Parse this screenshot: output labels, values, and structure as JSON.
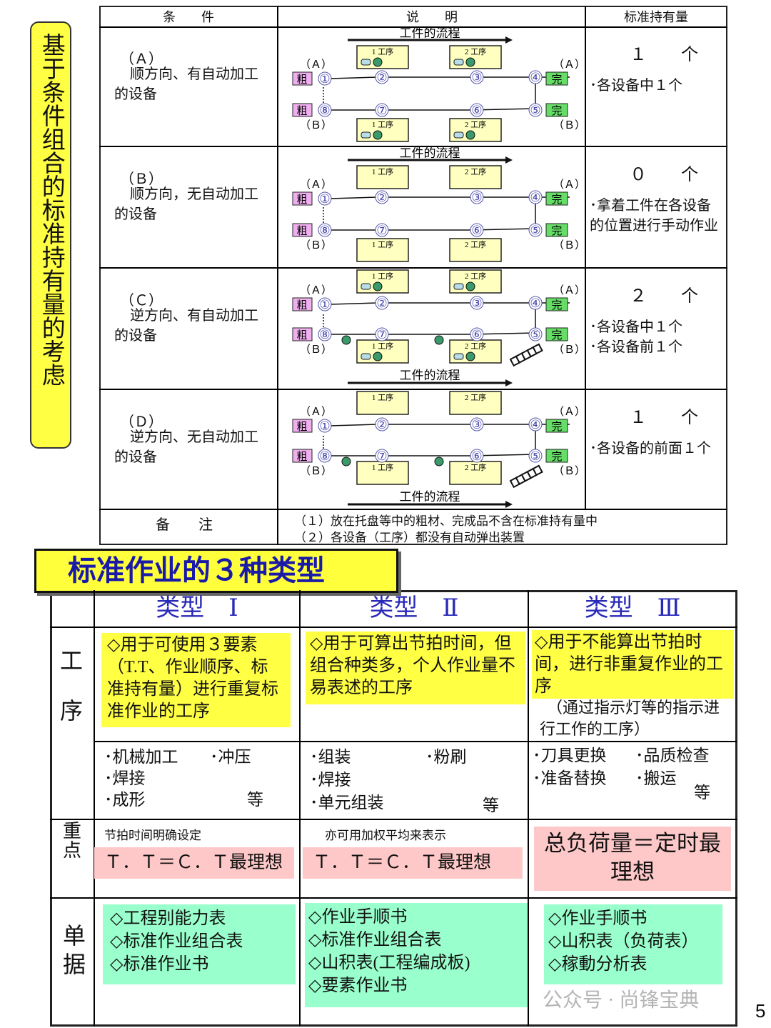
{
  "side_label": "基于条件组合的标准持有量的考虑",
  "top_table": {
    "headers": [
      "条　　件",
      "说　　明",
      "标准持有量"
    ],
    "rows": [
      {
        "cond_id": "（Ａ）",
        "cond": "顺方向、有自动加工的设备",
        "qty": "１　　个",
        "note": "･各设备中１个",
        "variant": "forward-auto"
      },
      {
        "cond_id": "（Ｂ）",
        "cond": "顺方向，无自动加工的设备",
        "qty": "０　　个",
        "note": "･拿着工件在各设备的位置进行手动作业",
        "variant": "forward-manual"
      },
      {
        "cond_id": "（Ｃ）",
        "cond": "逆方向、有自动加工的设备",
        "qty": "２　　个",
        "note": "･各设备中１个\n･各设备前１个",
        "variant": "reverse-auto"
      },
      {
        "cond_id": "（Ｄ）",
        "cond": "逆方向、无自动加工的设备",
        "qty": "１　　个",
        "note": "･各设备的前面１个",
        "variant": "reverse-manual"
      }
    ],
    "remarks_label": "备　　注",
    "remarks": [
      "（１）放在托盘等中的粗材、完成品不含在标准持有量中",
      "（２）各设备（工序）都没有自动弹出装置"
    ]
  },
  "diagram": {
    "flow": "工件的流程",
    "proc1": "1 工序",
    "proc2": "2 工序",
    "raw": "粗",
    "done": "完",
    "a": "（Ａ）",
    "b": "（Ｂ）",
    "nums": [
      "①",
      "②",
      "③",
      "④",
      "⑤",
      "⑥",
      "⑦",
      "⑧"
    ]
  },
  "banner": "标准作业的３种类型",
  "types": {
    "headers": [
      "类型　Ⅰ",
      "类型　Ⅱ",
      "类型　Ⅲ"
    ],
    "row_labels": {
      "process": "工序",
      "focus": "重点",
      "docs": "单据"
    },
    "purpose": [
      "◇用于可使用３要素（T.T、作业顺序、标准持有量）进行重复标准作业的工序",
      "◇用于可算出节拍时间，但组合种类多，个人作业量不易表述的工序",
      "◇用于不能算出节拍时间，进行非重复作业的工序"
    ],
    "purpose_note3": "（通过指示灯等的指示进行工作的工序）",
    "examples": [
      [
        "･机械加工",
        "･冲压",
        "･焊接",
        "･成形",
        "等"
      ],
      [
        "･组装",
        "･粉刷",
        "･焊接",
        "･单元组装",
        "等"
      ],
      [
        "･刀具更换",
        "･品质检查",
        "･准备替换",
        "･搬运",
        "等"
      ]
    ],
    "focus_notes": [
      "节拍时间明确设定",
      "亦可用加权平均来表示"
    ],
    "focus": [
      "Ｔ．Ｔ＝Ｃ．Ｔ最理想",
      "Ｔ．Ｔ＝Ｃ．Ｔ最理想",
      "总负荷量＝定时最理想"
    ],
    "docs": [
      [
        "◇工程别能力表",
        "◇标准作业组合表",
        "◇标准作业书"
      ],
      [
        "◇作业手顺书",
        "◇标准作业组合表",
        "◇山积表(工程编成板)",
        "◇要素作业书"
      ],
      [
        "◇作业手顺书",
        "◇山积表（负荷表）",
        "◇稼動分析表"
      ]
    ]
  },
  "watermark": "公众号 · 尚锋宝典",
  "page_number": "5"
}
